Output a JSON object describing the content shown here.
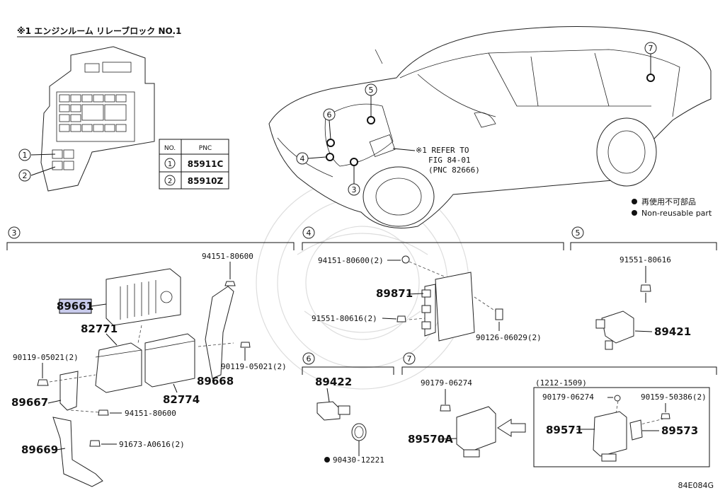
{
  "relay_block_title": "※1 エンジンルーム リレーブロック NO.1",
  "pnc_table": {
    "headers": [
      "NO.",
      "PNC"
    ],
    "rows": [
      {
        "no": "1",
        "pnc": "85911C"
      },
      {
        "no": "2",
        "pnc": "85910Z"
      }
    ]
  },
  "refer_note": {
    "line1": "※1 REFER TO",
    "line2": "FIG 84-01",
    "line3": "(PNC 82666)"
  },
  "legend": {
    "jp": "再使用不可部品",
    "en": "Non-reusable part"
  },
  "callouts": [
    "1",
    "2",
    "3",
    "4",
    "5",
    "6",
    "7"
  ],
  "sections": {
    "s3": {
      "number": "3",
      "parts": {
        "p89661": "89661",
        "p82771": "82771",
        "p82774": "82774",
        "p89668": "89668",
        "p89667": "89667",
        "p89669": "89669",
        "b94151_top": "94151-80600",
        "b90119_left": "90119-05021(2)",
        "b90119_right": "90119-05021(2)",
        "b94151_bot": "94151-80600",
        "b91673": "91673-A0616(2)"
      }
    },
    "s4": {
      "number": "4",
      "parts": {
        "b94151": "94151-80600(2)",
        "p89871": "89871",
        "b91551": "91551-80616(2)",
        "b90126": "90126-06029(2)"
      }
    },
    "s5": {
      "number": "5",
      "parts": {
        "b91551": "91551-80616",
        "p89421": "89421"
      }
    },
    "s6": {
      "number": "6",
      "parts": {
        "p89422": "89422",
        "b90430": "90430-12221"
      }
    },
    "s7": {
      "number": "7",
      "parts": {
        "b90179": "90179-06274",
        "p89570A": "89570A",
        "date_range": "(1212-1509)",
        "b90179_inner": "90179-06274",
        "b90159": "90159-50386(2)",
        "p89571": "89571",
        "p89573": "89573"
      }
    }
  },
  "figure_code": "84E084G"
}
